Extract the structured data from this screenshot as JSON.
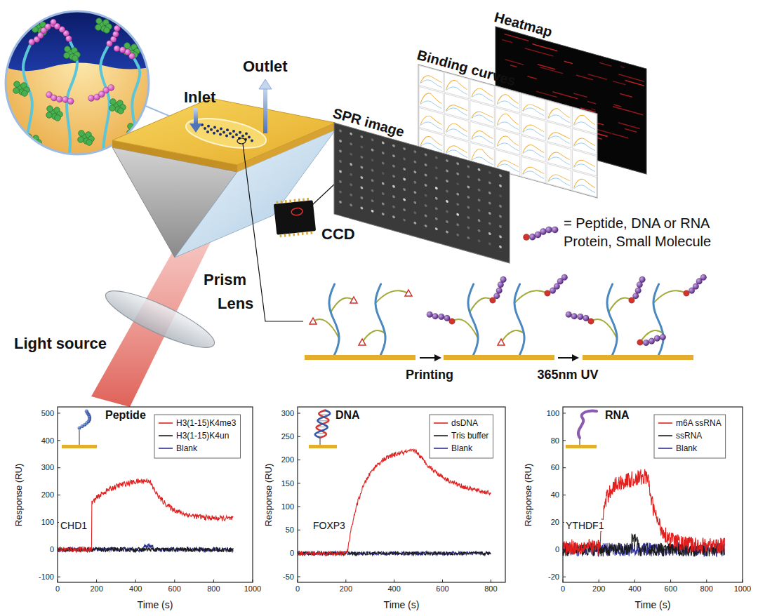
{
  "diagram": {
    "nodes": [
      {
        "text": [
          "Heatmap"
        ]
      },
      {
        "text": [
          "Binding curves"
        ]
      },
      {
        "text": [
          "SPR image"
        ]
      }
    ],
    "labels": [
      "Inlet",
      "Outlet",
      "CCD",
      "Prism",
      "Lens",
      "Light source",
      "Printing",
      "365nm UV",
      "Peptide",
      "CHD1",
      "Response (RU)",
      "Time (s)",
      "500",
      "400",
      "300",
      "200",
      "100",
      "0",
      "-100",
      "0",
      "200",
      "400",
      "600",
      "800",
      "1000",
      "DNA",
      "FOXP3",
      "Response (RU)",
      "Time (s)",
      "300",
      "250",
      "200",
      "150",
      "100",
      "50",
      "0",
      "-50",
      "0",
      "200",
      "400",
      "600",
      "800",
      "RNA",
      "YTHDF1",
      "Response (RU)",
      "Time (s)",
      "100",
      "80",
      "60",
      "40",
      "20",
      "0",
      "-20",
      "0",
      "200",
      "400",
      "600",
      "800",
      "1000"
    ],
    "legend": [
      {
        "text": "H3(1-15)K4me3"
      },
      {
        "text": "H3(1-15)K4un"
      },
      {
        "text": "Blank"
      },
      {
        "text": "dsDNA"
      },
      {
        "text": "Tris buffer"
      },
      {
        "text": "Blank"
      },
      {
        "text": "m6A ssRNA"
      },
      {
        "text": "ssRNA"
      },
      {
        "text": "Blank"
      },
      {
        "text": "= Peptide, DNA or RNA Protein, Small Molecule"
      }
    ]
  }
}
